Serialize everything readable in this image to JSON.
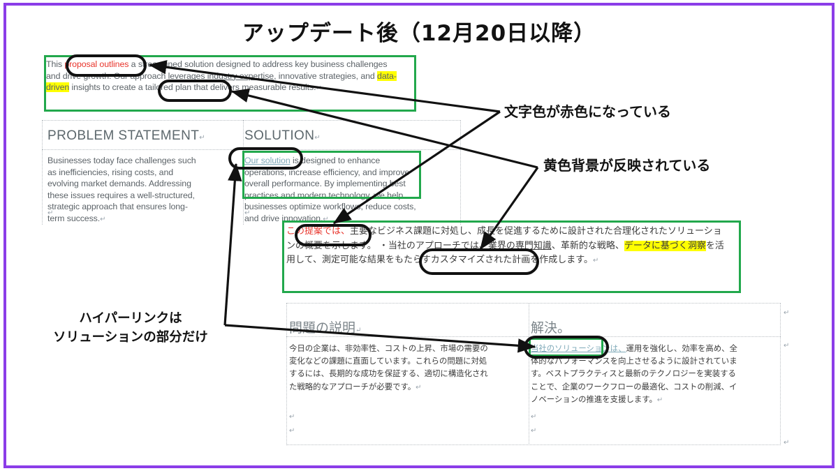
{
  "meta": {
    "title": "アップデート後（12月20日以降）",
    "colors": {
      "frame": "#8B3DE8",
      "green": "#22A84C",
      "red": "#E8342B",
      "highlight": "#FFFF00",
      "link": "#7FA9B8"
    }
  },
  "english_doc": {
    "intro": {
      "before": "This ",
      "red": "proposal outlines",
      "mid1": " a streamlined solution designed to address key business challenges and drive growth. Our approach leverages ",
      "underline1": "industry expertise",
      "mid2": ", innovative strategies, and ",
      "highlight": "data-driven",
      "mid3": " insights to create a tailored plan that delivers measurable results.",
      "pilcrow": "↵"
    },
    "table": {
      "left": {
        "heading": "PROBLEM STATEMENT",
        "heading_pilcrow": "↵",
        "body": "Businesses today face challenges such as inefficiencies, rising costs, and evolving market demands. Addressing these issues requires a well-structured, strategic approach that ensures long-term success.",
        "body_pilcrow": "↵"
      },
      "right": {
        "heading": "SOLUTION",
        "heading_pilcrow": "↵",
        "link": "Our solution",
        "body": " is designed to enhance operations, increase efficiency, and improve overall performance. By implementing best practices and modern technology, we help businesses optimize workflows, reduce costs, and drive innovation.",
        "body_pilcrow": "↵"
      }
    }
  },
  "japanese_doc": {
    "intro": {
      "red": "この提案では、",
      "mid1": "主要なビジネス課題に対処し、成長を促進するために設計された合理化されたソリューションの概要を示します。 ・当社のアプローチでは、",
      "underline1": "業界の専門知識",
      "mid2": "、革新的な戦略、",
      "highlight": "データに基づく洞察",
      "mid3": "を活用して、測定可能な結果をもたらすカスタマイズされた計画を作成します。",
      "pilcrow": "↵"
    },
    "table": {
      "left": {
        "heading": "問題の説明",
        "heading_pilcrow": "↵",
        "body": "今日の企業は、非効率性、コストの上昇、市場の需要の変化などの課題に直面しています。これらの問題に対処するには、長期的な成功を保証する、適切に構造化された戦略的なアプローチが必要です。",
        "body_pilcrow": "↵",
        "extra_pilcrow_1": "↵",
        "extra_pilcrow_2": "↵"
      },
      "right": {
        "heading": "解決。",
        "heading_pilcrow": "↵",
        "link": "当社のソリューションは、",
        "body": "運用を強化し、効率を高め、全体的なパフォーマンスを向上させるように設計されています。ベストプラクティスと最新のテクノロジーを実装することで、企業のワークフローの最適化、コストの削減、イノベーションの推進を支援します。",
        "body_pilcrow": "↵",
        "extra_pilcrow_1": "↵",
        "extra_pilcrow_2": "↵"
      }
    }
  },
  "annotations": [
    {
      "id": "red-text",
      "text": "文字色が赤色になっている"
    },
    {
      "id": "yellow-bg",
      "text": "黄色背景が反映されている"
    },
    {
      "id": "hyperlink-line1",
      "text": "ハイパーリンクは"
    },
    {
      "id": "hyperlink-line2",
      "text": "ソリューションの部分だけ"
    }
  ]
}
